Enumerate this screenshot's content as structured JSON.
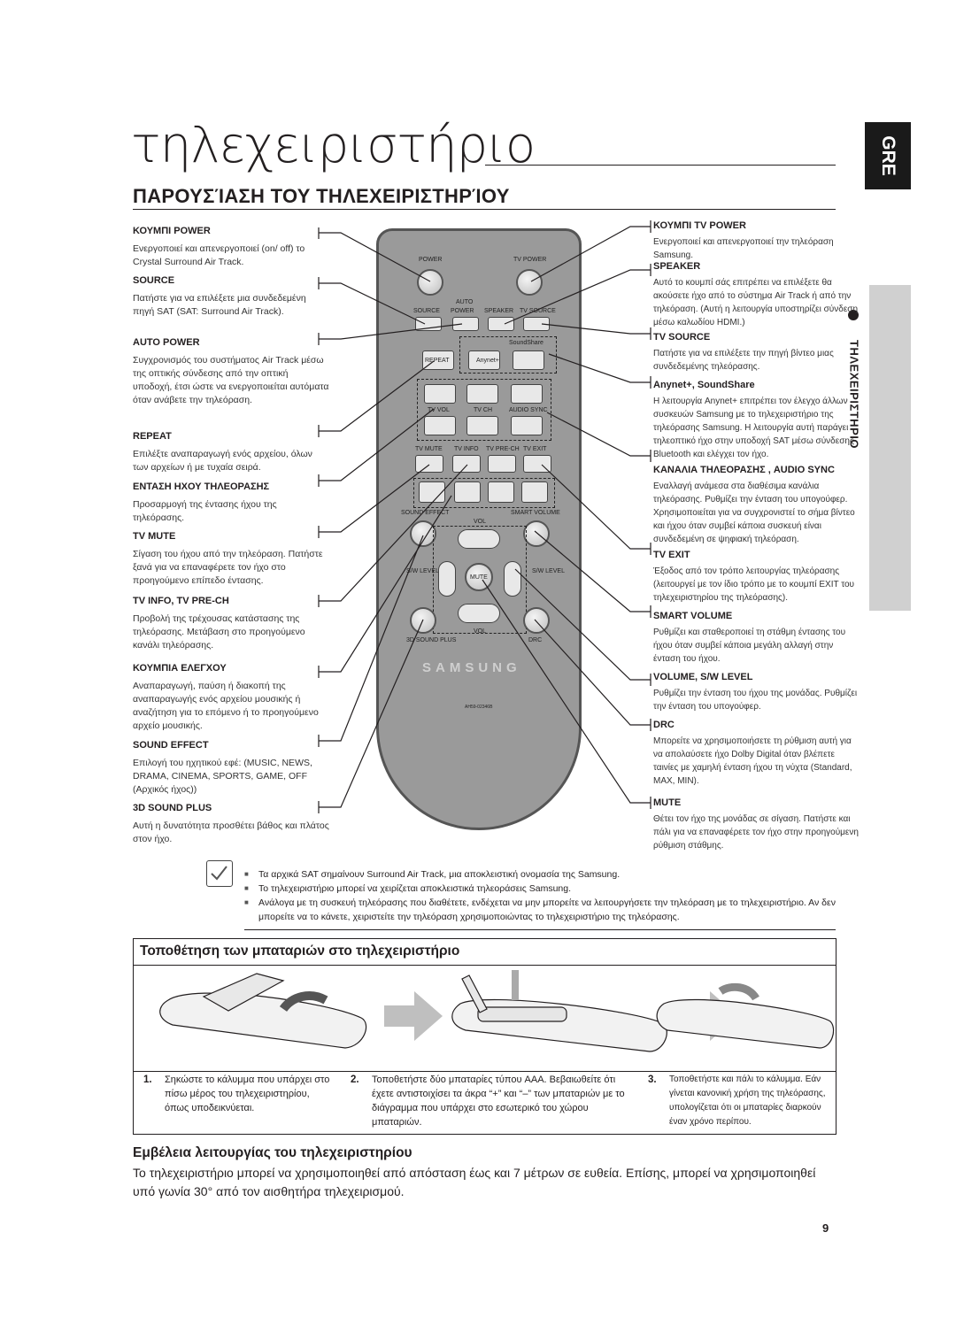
{
  "page": {
    "title": "τηλεχειριστήριο",
    "lang_tab": "GRE",
    "side_label": "ΤΗΛΕΧΕΙΡΙΣΤΗΡΙΟ",
    "section_title": "ΠΑΡΟΥΣΊΑΣΗ ΤΟΥ ΤΗΛΕΧΕΙΡΙΣΤΗΡΊΟΥ",
    "page_number": "9"
  },
  "left_labels": [
    {
      "title": "ΚΟΥΜΠΙ POWER",
      "desc": "Ενεργοποιεί και απενεργοποιεί (on/ off) το Crystal Surround Air Track."
    },
    {
      "title": "SOURCE",
      "desc": "Πατήστε για να επιλέξετε μια συνδεδεμένη πηγή SAT (SAT: Surround Air Track)."
    },
    {
      "title": "AUTO POWER",
      "desc": "Συγχρονισμός του συστήματος Air Track μέσω της οπτικής σύνδεσης από την οπτική υποδοχή, έτσι ώστε να ενεργοποιείται αυτόματα όταν ανάβετε την τηλεόραση."
    },
    {
      "title": "REPEAT",
      "desc": "Επιλέξτε αναπαραγωγή ενός αρχείου, όλων των αρχείων ή με τυχαία σειρά."
    },
    {
      "title": "ΕΝΤΑΣΗ ΗΧΟΥ ΤΗΛΕΟΡΑΣΗΣ",
      "desc": "Προσαρμογή της έντασης ήχου της τηλεόρασης."
    },
    {
      "title": "TV MUTE",
      "desc": "Σίγαση του ήχου από την τηλεόραση. Πατήστε ξανά για να επαναφέρετε τον ήχο στο προηγούμενο επίπεδο έντασης."
    },
    {
      "title": "TV INFO, TV PRE-CH",
      "desc": "Προβολή της τρέχουσας κατάστασης της τηλεόρασης. Μετάβαση στο προηγούμενο κανάλι τηλεόρασης."
    },
    {
      "title": "ΚΟΥΜΠΙΑ ΕΛΕΓΧΟΥ",
      "desc": "Αναπαραγωγή, παύση ή διακοπή της αναπαραγωγής ενός αρχείου μουσικής ή αναζήτηση για το επόμενο ή το προηγούμενο αρχείο μουσικής."
    },
    {
      "title": "SOUND EFFECT",
      "desc": "Επιλογή του ηχητικού εφέ: (MUSIC, NEWS, DRAMA, CINEMA, SPORTS, GAME, OFF (Αρχικός ήχος))"
    },
    {
      "title": "3D SOUND PLUS",
      "desc": "Αυτή η δυνατότητα προσθέτει βάθος και πλάτος στον ήχο."
    }
  ],
  "right_labels": [
    {
      "title": "ΚΟΥΜΠΙ TV POWER",
      "desc": "Ενεργοποιεί και απενεργοποιεί την τηλεόραση Samsung."
    },
    {
      "title": "SPEAKER",
      "desc": "Αυτό το κουμπί σάς επιτρέπει να επιλέξετε θα ακούσετε ήχο από το σύστημα Air Track ή από την τηλεόραση. (Αυτή η λειτουργία υποστηρίζει σύνδεση μέσω καλωδίου HDMI.)"
    },
    {
      "title": "TV SOURCE",
      "desc": "Πατήστε για να επιλέξετε την πηγή βίντεο μιας συνδεδεμένης τηλεόρασης."
    },
    {
      "title": "Anynet+, SoundShare",
      "desc": "Η λειτουργία Anynet+ επιτρέπει τον έλεγχο άλλων συσκευών Samsung με το τηλεχειριστήριο της τηλεόρασης Samsung. Η λειτουργία αυτή παράγει τηλεοπτικό ήχο στην υποδοχή SAT μέσω σύνδεσης Bluetooth και ελέγχει τον ήχο."
    },
    {
      "title": "ΚΑΝΑΛΙΑ ΤΗΛΕΟΡΑΣΗΣ , AUDIO SYNC",
      "desc": "Εναλλαγή ανάμεσα στα διαθέσιμα κανάλια τηλεόρασης. Ρυθμίζει την ένταση του υπογούφερ. Χρησιμοποιείται για να συγχρονιστεί το σήμα βίντεο και ήχου όταν συμβεί κάποια συσκευή είναι συνδεδεμένη σε ψηφιακή τηλεόραση."
    },
    {
      "title": "TV EXIT",
      "desc": "Έξοδος από τον τρόπο λειτουργίας τηλεόρασης (λειτουργεί με τον ίδιο τρόπο με το κουμπί EXIT του τηλεχειριστηρίου της τηλεόρασης)."
    },
    {
      "title": "SMART VOLUME",
      "desc": "Ρυθμίζει και σταθεροποιεί τη στάθμη έντασης του ήχου όταν συμβεί κάποια μεγάλη αλλαγή στην ένταση του ήχου."
    },
    {
      "title": "VOLUME, S/W LEVEL",
      "desc": "Ρυθμίζει την ένταση του ήχου της μονάδας. Ρυθμίζει την ένταση του υπογούφερ."
    },
    {
      "title": "DRC",
      "desc": "Μπορείτε να χρησιμοποιήσετε τη ρύθμιση αυτή για να απολαύσετε ήχο Dolby Digital όταν βλέπετε ταινίες με χαμηλή ένταση ήχου τη νύχτα (Standard, MAX, MIN)."
    },
    {
      "title": "MUTE",
      "desc": "Θέτει τον ήχο της μονάδας σε σίγαση. Πατήστε και πάλι για να επαναφέρετε τον ήχο στην προηγούμενη ρύθμιση στάθμης."
    }
  ],
  "remote": {
    "power": "POWER",
    "tv_power": "TV POWER",
    "auto": "AUTO",
    "source": "SOURCE",
    "power2": "POWER",
    "speaker": "SPEAKER",
    "tv_source": "TV SOURCE",
    "soundshare": "SoundShare",
    "repeat": "REPEAT",
    "anynet": "Anynet+",
    "tv_vol": "TV VOL",
    "tv_ch": "TV CH",
    "audio_sync": "AUDIO SYNC",
    "tv_mute": "TV MUTE",
    "tv_info": "TV INFO",
    "tv_prech": "TV PRE-CH",
    "tv_exit": "TV EXIT",
    "sound_effect": "SOUND EFFECT",
    "smart_volume": "SMART VOLUME",
    "vol": "VOL",
    "sw_level": "S/W LEVEL",
    "mute": "MUTE",
    "vol2": "VOL",
    "sound_3d": "3D SOUND PLUS",
    "drc": "DRC",
    "brand": "SAMSUNG",
    "model": "AH59-02346B"
  },
  "notes": [
    "Τα αρχικά SAT σημαίνουν Surround Air Track, μια αποκλειστική ονομασία της Samsung.",
    "Το τηλεχειριστήριο μπορεί να χειρίζεται αποκλειστικά τηλεοράσεις Samsung.",
    "Ανάλογα με τη συσκευή τηλεόρασης που διαθέτετε, ενδέχεται να μην μπορείτε να λειτουργήσετε την τηλεόραση με το τηλεχειριστήριο. Αν δεν μπορείτε να το κάνετε, χειριστείτε την τηλεόραση χρησιμοποιώντας το τηλεχειριστήριο της τηλεόρασης."
  ],
  "battery": {
    "title": "Τοποθέτηση των μπαταριών στο τηλεχειριστήριο",
    "steps": [
      {
        "num": "1.",
        "text": "Σηκώστε το κάλυμμα που υπάρχει στο πίσω μέρος του τηλεχειριστηρίου, όπως υποδεικνύεται."
      },
      {
        "num": "2.",
        "text": "Τοποθετήστε δύο μπαταρίες τύπου AAA. Βεβαιωθείτε ότι έχετε αντιστοιχίσει τα άκρα “+” και “–” των μπαταριών με το διάγραμμα που υπάρχει στο εσωτερικό του χώρου μπαταριών."
      },
      {
        "num": "3.",
        "text": "Τοποθετήστε και πάλι το κάλυμμα. Εάν γίνεται κανονική χρήση της τηλεόρασης, υπολογίζεται ότι οι μπαταρίες διαρκούν έναν χρόνο περίπου."
      }
    ]
  },
  "range": {
    "title": "Εμβέλεια λειτουργίας του τηλεχειριστηρίου",
    "text": "Το τηλεχειριστήριο μπορεί να χρησιμοποιηθεί από απόσταση έως και 7 μέτρων σε ευθεία. Επίσης, μπορεί να χρησιμοποιηθεί υπό γωνία 30° από τον αισθητήρα τηλεχειρισμού."
  }
}
